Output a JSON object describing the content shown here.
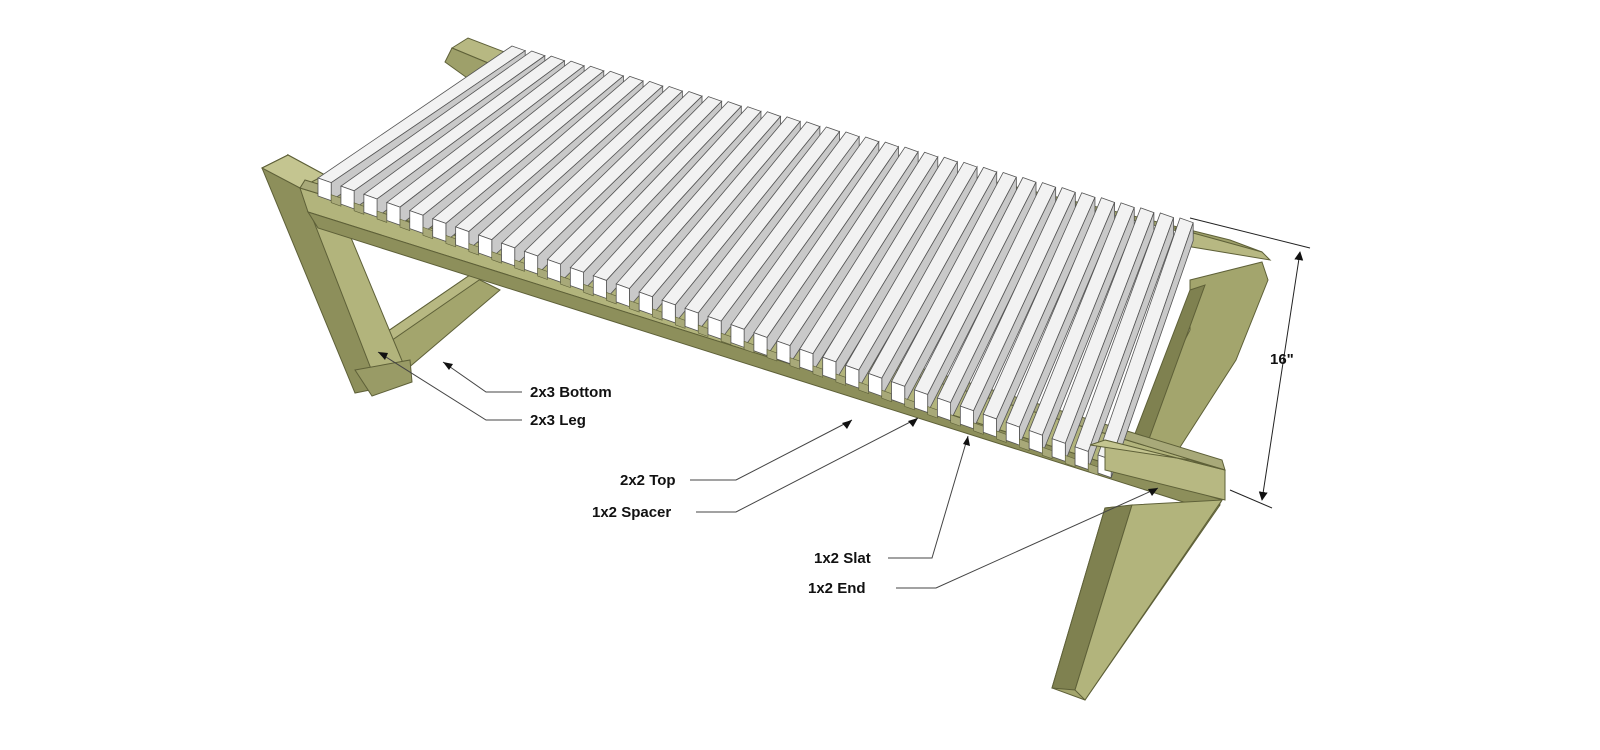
{
  "colors": {
    "wood_light": "#b7b882",
    "wood_mid": "#9ea06a",
    "wood_dark": "#7f8150",
    "wood_edge": "#5e6038",
    "slat_top": "#f2f2f2",
    "slat_side": "#c9c9c9",
    "slat_front": "#ffffff",
    "spacer": "#a8a979",
    "text": "#111111"
  },
  "callouts": {
    "bottom": "2x3 Bottom",
    "leg": "2x3 Leg",
    "top": "2x2 Top",
    "spacer": "1x2 Spacer",
    "slat": "1x2 Slat",
    "end": "1x2 End"
  },
  "dimension": {
    "height": "16\""
  },
  "slat_count": 35
}
